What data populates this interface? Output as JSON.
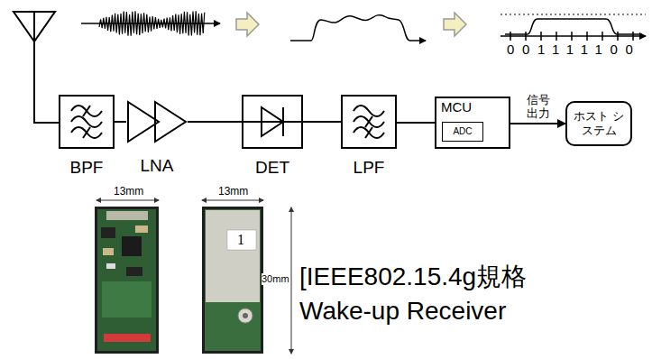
{
  "diagram": {
    "nodes": [
      {
        "text": [
          "BPF"
        ]
      },
      {
        "text": [
          "LNA"
        ]
      },
      {
        "text": [
          "DET"
        ]
      },
      {
        "text": [
          "LPF"
        ]
      },
      {
        "text": [
          "MCU"
        ]
      },
      {
        "text": [
          "ADC"
        ],
        "in": 4
      },
      {
        "text": [
          "ホスト システム"
        ]
      }
    ],
    "edges": [
      {
        "from": 0,
        "to": 1,
        "arrow": "none"
      },
      {
        "from": 1,
        "to": 2,
        "arrow": "none"
      },
      {
        "from": 2,
        "to": 3,
        "arrow": "none"
      },
      {
        "from": 3,
        "to": 4,
        "arrow": "none"
      },
      {
        "from": 4,
        "to": 6,
        "arrow": "to",
        "label": "信号 出力"
      }
    ],
    "labels": [
      "001111100",
      "13mm",
      "13mm",
      "30mm",
      "1",
      "[IEEE802.15.4g規格",
      "Wake-up Receiver"
    ]
  }
}
